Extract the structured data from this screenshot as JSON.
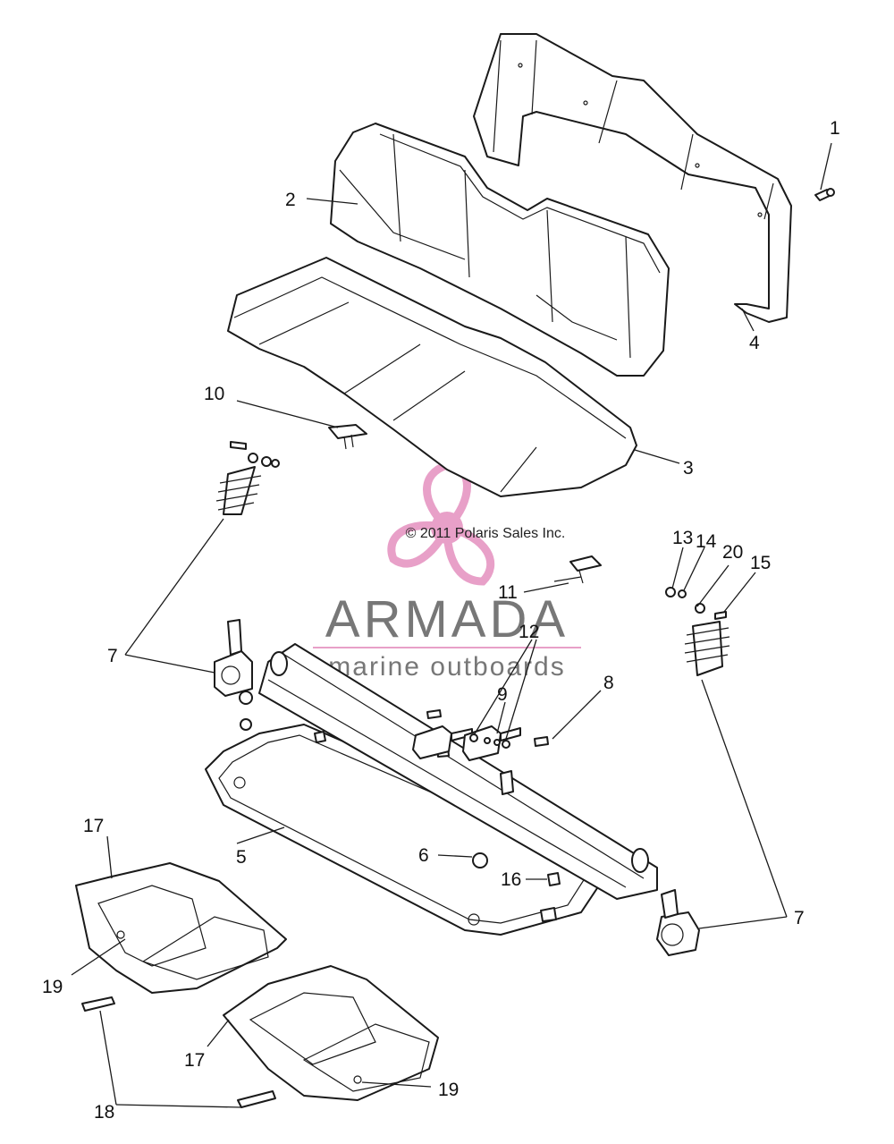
{
  "copyright": "© 2011 Polaris Sales Inc.",
  "watermark": {
    "brand": "ARMADA",
    "tagline": "marine outboards",
    "color": "#e8a0c8",
    "text_color": "#777777",
    "icon": "propeller-logo-icon"
  },
  "callouts": {
    "c1": "1",
    "c2": "2",
    "c3": "3",
    "c4": "4",
    "c5": "5",
    "c6": "6",
    "c7a": "7",
    "c7b": "7",
    "c8": "8",
    "c9": "9",
    "c10": "10",
    "c11": "11",
    "c12": "12",
    "c13": "13",
    "c14": "14",
    "c15": "15",
    "c16": "16",
    "c17a": "17",
    "c17b": "17",
    "c18": "18",
    "c19a": "19",
    "c19b": "19",
    "c20": "20"
  }
}
